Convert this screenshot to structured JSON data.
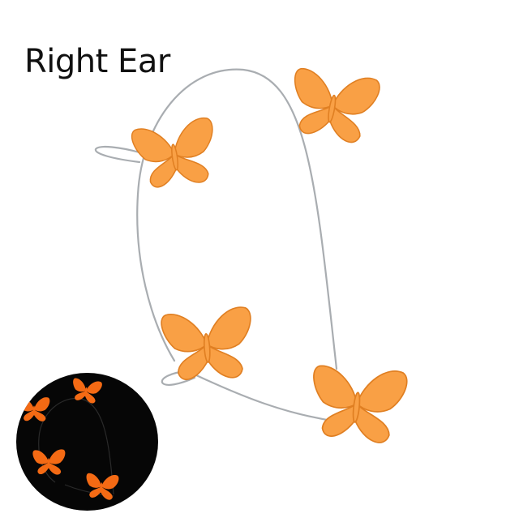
{
  "caption": {
    "text": "Right Ear"
  },
  "colors": {
    "background": "#ffffff",
    "caption_text": "#111111",
    "butterfly_day": "#f9a045",
    "butterfly_day_edge": "#e07f22",
    "wire": "#a9adb1",
    "glow_background": "#060606",
    "butterfly_glow": "#f46a14"
  },
  "scene": {
    "main_image": "ear-cuff-with-four-butterflies",
    "inset_image": "glow-in-the-dark-view"
  }
}
